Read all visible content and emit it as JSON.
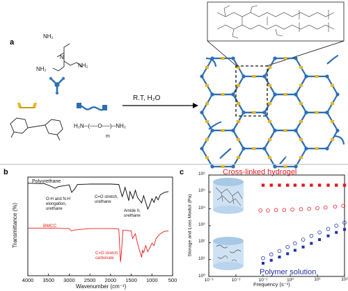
{
  "panels": {
    "a": {
      "letter": "a",
      "reaction_condition": "R.T, H₂O",
      "peg_subscript": "m",
      "peg_formula": "H₂N─(──O──)─NH₂",
      "tren_amines": [
        "NH₂",
        "NH₂",
        "NH₂",
        "N"
      ]
    },
    "b": {
      "letter": "b",
      "xlabel": "Wavenumber (cm⁻¹)",
      "ylabel": "Transmittance (%)",
      "xticks": [
        "4000",
        "3500",
        "3000",
        "2500",
        "2000",
        "1500",
        "1000",
        "500"
      ],
      "xlim": [
        4000,
        500
      ],
      "series": [
        {
          "name": "Polyurethane",
          "color": "#000000",
          "annotations": [
            "O-H and N-H\nelongation,\nurethane",
            "C=O stretch,\nurethane",
            "Amide II,\nurethane"
          ]
        },
        {
          "name": "BMCC",
          "color": "#e8191c",
          "annotations": [
            "C=O stretch,\ncarbonate"
          ]
        }
      ]
    },
    "c": {
      "letter": "c",
      "title_top": "Cross-linked hydrogel",
      "title_bottom": "Polymer solution",
      "xlabel": "Frequency (s⁻¹)",
      "ylabel": "Storage and Loss Moduli (Pa)",
      "xticks": [
        "10⁻³",
        "10⁻²",
        "10⁻¹",
        "10⁰",
        "10¹",
        "10²"
      ],
      "yticks": [
        "10⁰",
        "10¹",
        "10²",
        "10³",
        "10⁴",
        "10⁵",
        "10⁶"
      ],
      "top_color": "#e01b22",
      "bottom_color": "#1f2fa8"
    }
  },
  "chart_data": [
    {
      "type": "line",
      "xlabel": "Wavenumber (cm⁻¹)",
      "ylabel": "Transmittance (%)",
      "xlim": [
        4000,
        500
      ],
      "series": [
        {
          "name": "Polyurethane",
          "x": [
            4000,
            3600,
            3450,
            3340,
            3250,
            3000,
            2940,
            2870,
            2800,
            2500,
            2000,
            1800,
            1720,
            1690,
            1650,
            1560,
            1530,
            1460,
            1400,
            1350,
            1250,
            1200,
            1100,
            1060,
            1000,
            950,
            900,
            850,
            800,
            700,
            600
          ],
          "y": [
            92,
            91,
            85,
            80,
            84,
            88,
            70,
            78,
            89,
            90,
            90,
            89,
            60,
            68,
            82,
            50,
            72,
            55,
            75,
            58,
            45,
            62,
            30,
            38,
            55,
            46,
            60,
            52,
            64,
            70,
            72
          ]
        },
        {
          "name": "BMCC",
          "x": [
            4000,
            3500,
            3000,
            2950,
            2880,
            2500,
            2000,
            1800,
            1760,
            1740,
            1700,
            1500,
            1470,
            1400,
            1350,
            1250,
            1230,
            1200,
            1150,
            1100,
            1050,
            1000,
            950,
            900,
            800,
            700,
            600
          ],
          "y": [
            92,
            92,
            91,
            86,
            88,
            91,
            91,
            90,
            20,
            38,
            88,
            86,
            70,
            80,
            60,
            30,
            45,
            40,
            55,
            42,
            50,
            60,
            55,
            70,
            80,
            85,
            86
          ]
        }
      ]
    },
    {
      "type": "scatter",
      "xlabel": "Frequency (s⁻¹)",
      "ylabel": "Storage and Loss Moduli (Pa)",
      "xscale": "log",
      "yscale": "log",
      "xlim": [
        0.001,
        100
      ],
      "ylim": [
        1,
        1000000
      ],
      "series": [
        {
          "group": "Cross-linked hydrogel",
          "modulus": "storage",
          "fill": "filled",
          "x": [
            0.1,
            0.2,
            0.4,
            0.8,
            1.5,
            3,
            6,
            12,
            25,
            50,
            100
          ],
          "y": [
            250000,
            250000,
            250000,
            250000,
            250000,
            250000,
            250000,
            250000,
            250000,
            250000,
            250000
          ]
        },
        {
          "group": "Cross-linked hydrogel",
          "modulus": "loss",
          "fill": "open",
          "x": [
            0.08,
            0.15,
            0.3,
            0.6,
            1.2,
            2.5,
            5,
            10,
            20,
            45,
            90
          ],
          "y": [
            8000,
            8000,
            8500,
            8500,
            9000,
            9500,
            10000,
            11000,
            12000,
            13500,
            15000
          ]
        },
        {
          "group": "Polymer solution",
          "modulus": "storage",
          "fill": "filled",
          "x": [
            0.1,
            0.2,
            0.4,
            0.8,
            1.5,
            3,
            6,
            12,
            25,
            50,
            100
          ],
          "y": [
            6,
            9,
            14,
            22,
            35,
            55,
            90,
            150,
            250,
            400,
            600
          ]
        },
        {
          "group": "Polymer solution",
          "modulus": "loss",
          "fill": "open",
          "x": [
            0.1,
            0.2,
            0.4,
            0.8,
            1.5,
            3,
            6,
            12,
            25,
            50,
            100
          ],
          "y": [
            12,
            20,
            32,
            55,
            90,
            150,
            250,
            400,
            650,
            1000,
            1500
          ]
        }
      ]
    }
  ]
}
